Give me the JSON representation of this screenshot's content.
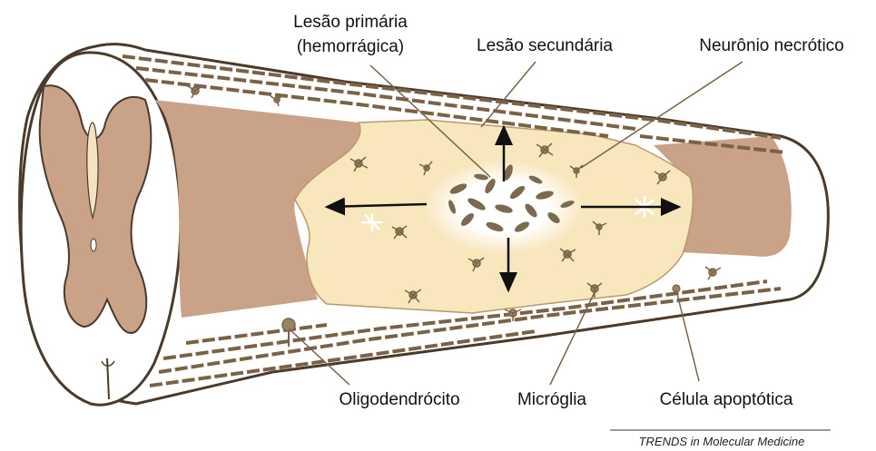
{
  "labels": {
    "primary_lesion_line1": "Lesão primária",
    "primary_lesion_line2": "(hemorrágica)",
    "secondary_lesion": "Lesão secundária",
    "necrotic_neuron": "Neurônio necrótico",
    "oligodendrocyte": "Oligodendrócito",
    "microglia": "Micróglia",
    "apoptotic_cell": "Célula apoptótica"
  },
  "credit": "TRENDS in Molecular Medicine",
  "colors": {
    "grey_matter": "#c9a288",
    "lesion_zone": "#f8e6bd",
    "lesion_core": "#ffffff",
    "hemorrhage": "#7b6a50",
    "outline": "#4a3a2c",
    "axon": "#7a6247",
    "cell": "#9a8464"
  }
}
